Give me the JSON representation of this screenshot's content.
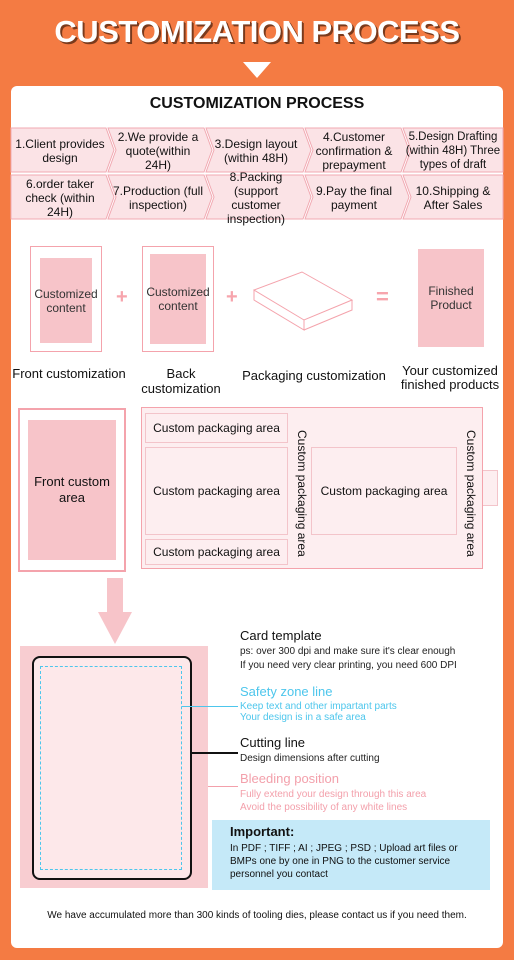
{
  "banner": {
    "title": "CUSTOMIZATION PROCESS"
  },
  "section_title": "CUSTOMIZATION PROCESS",
  "steps_row1": [
    "1.Client provides design",
    "2.We provide a quote(within 24H)",
    "3.Design layout (within 48H)",
    "4.Customer confirmation & prepayment",
    "5.Design Drafting (within 48H) Three types of draft"
  ],
  "steps_row2": [
    "6.order taker check (within 24H)",
    "7.Production (full inspection)",
    "8.Packing (support customer inspection)",
    "9.Pay the final payment",
    "10.Shipping & After Sales"
  ],
  "combo": {
    "front_box": "Customized content",
    "back_box": "Customized content",
    "finished_box": "Finished Product",
    "plus": "+",
    "equals": "=",
    "labels": [
      "Front customization",
      "Back customization",
      "Packaging customization",
      "Your customized finished products"
    ]
  },
  "layout": {
    "front_area": "Front custom area",
    "pack_area": "Custom packaging area"
  },
  "template": {
    "card_title": "Card template",
    "card_note1": "ps: over 300 dpi and make sure it's clear enough",
    "card_note2": "If you need very clear printing, you need 600 DPI",
    "safety_title": "Safety zone line",
    "safety_note1": "Keep text and other impartant parts",
    "safety_note2": "Your design is in a safe area",
    "cut_title": "Cutting line",
    "cut_note": "Design dimensions after cutting",
    "bleed_title": "Bleeding position",
    "bleed_note1": "Fully extend your design through this area",
    "bleed_note2": "Avoid the possibility of any white lines"
  },
  "important": {
    "title": "Important:",
    "body": "In PDF ; TIFF ; AI ; JPEG ; PSD ; Upload art files or BMPs one by one in PNG to the customer service personnel you contact"
  },
  "footer": "We have accumulated more than 300 kinds of tooling dies, please contact us if you need them.",
  "colors": {
    "orange": "#f47b43",
    "pink": "#f7c4c9",
    "cyan": "#4dc6ec",
    "blue_box": "#c5e9f8"
  }
}
